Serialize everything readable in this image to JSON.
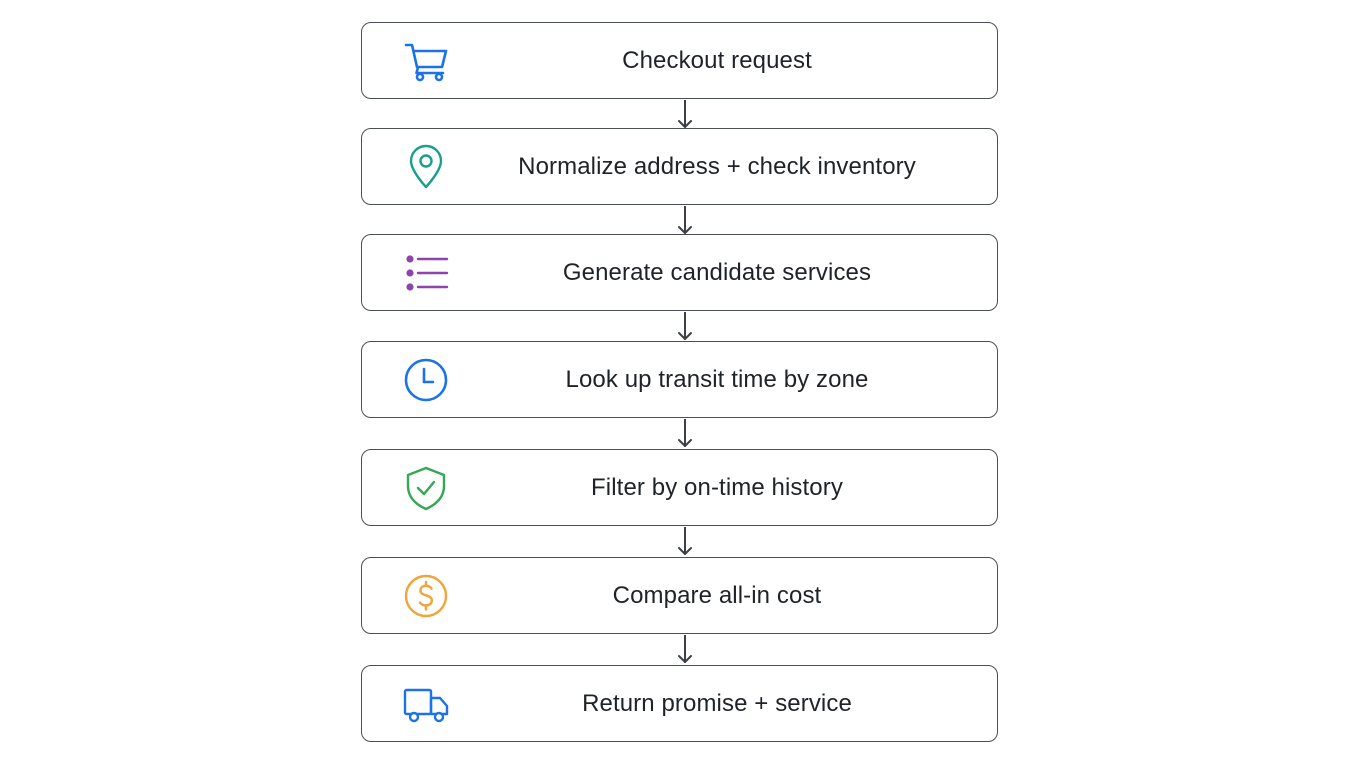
{
  "steps": [
    {
      "label": "Checkout request",
      "icon": "cart-icon",
      "color": "#1a73e8"
    },
    {
      "label": "Normalize address + check inventory",
      "icon": "map-pin-icon",
      "color": "#1aa08a"
    },
    {
      "label": "Generate candidate services",
      "icon": "list-icon",
      "color": "#8e44ad"
    },
    {
      "label": "Look up transit time by zone",
      "icon": "clock-icon",
      "color": "#1a73e8"
    },
    {
      "label": "Filter by on-time history",
      "icon": "shield-check-icon",
      "color": "#34a853"
    },
    {
      "label": "Compare all-in cost",
      "icon": "dollar-coin-icon",
      "color": "#f2a33a"
    },
    {
      "label": "Return promise + service",
      "icon": "truck-icon",
      "color": "#1a73e8"
    }
  ],
  "connector_color": "#3c4046"
}
